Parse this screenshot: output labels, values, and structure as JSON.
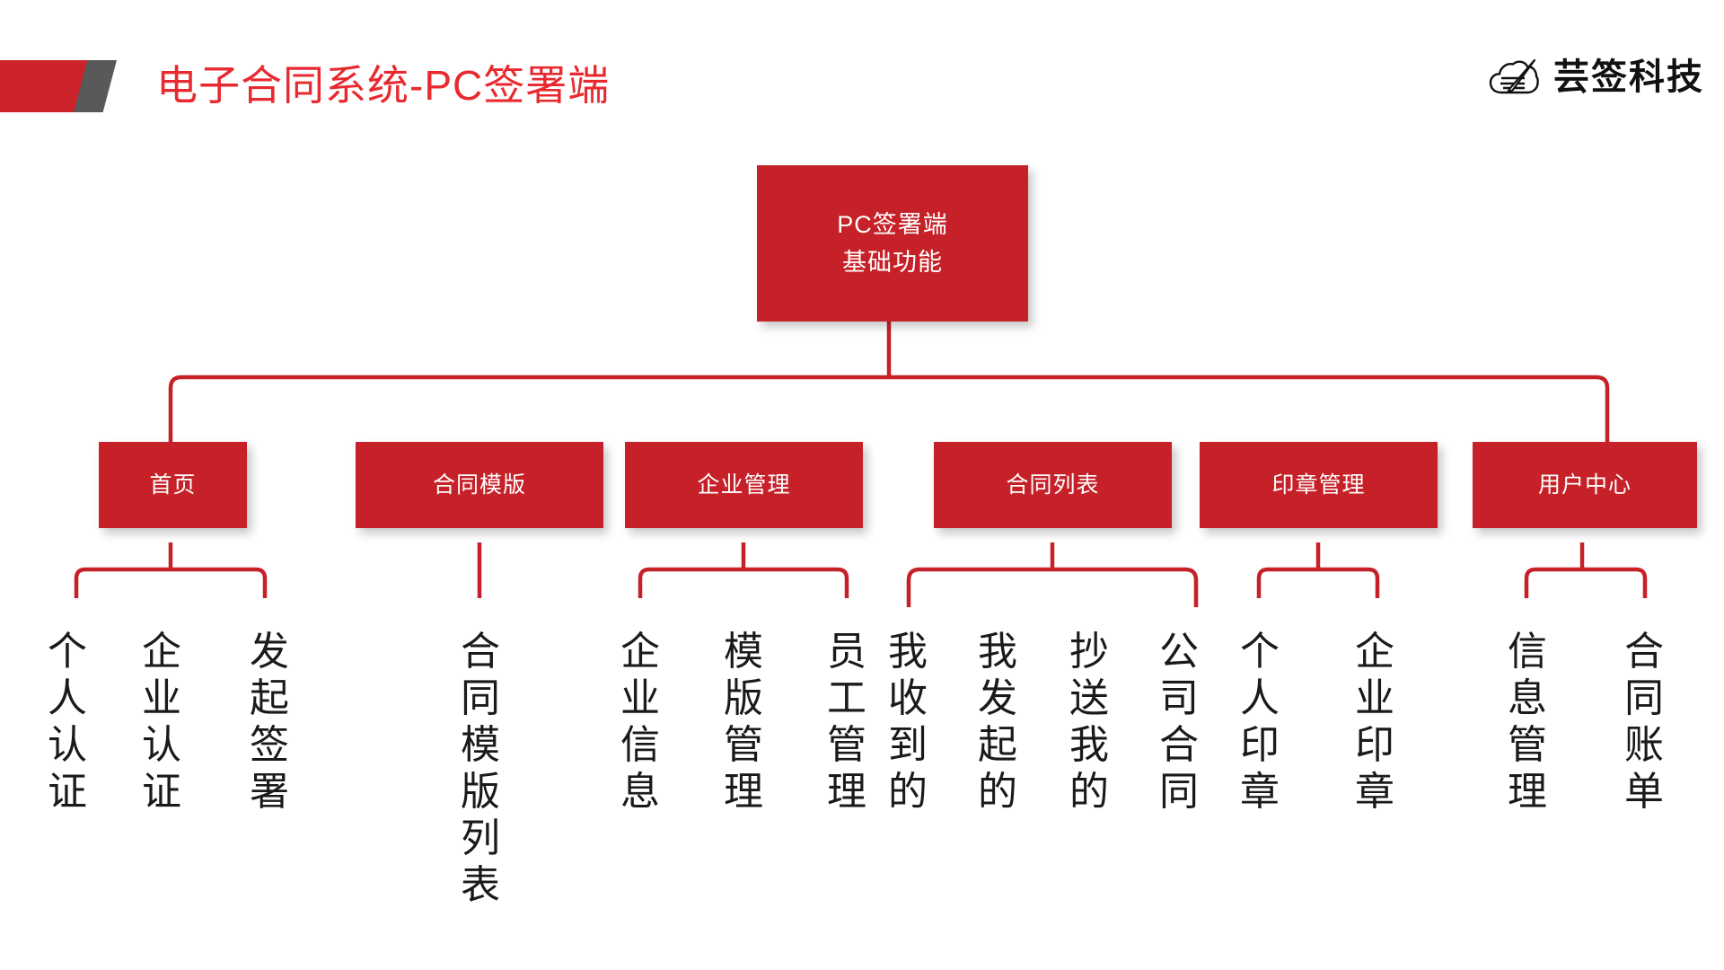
{
  "header": {
    "title": "电子合同系统-PC签署端",
    "title_color": "#E8292F",
    "mark_red": "#CC2229",
    "mark_gray": "#595959",
    "brand_name": "芸签科技",
    "brand_icon": "cloud-pen-icon"
  },
  "theme": {
    "node_fill": "#C62128",
    "connector": "#C62128",
    "leaf_text": "#1a1a1a",
    "background": "#ffffff"
  },
  "chart_data": {
    "type": "diagram",
    "title": "电子合同系统-PC签署端",
    "root": "PC签署端\n基础功能",
    "branches": [
      {
        "label": "首页",
        "children": [
          "个人认证",
          "企业认证",
          "发起签署"
        ]
      },
      {
        "label": "合同模版",
        "children": [
          "合同模版列表"
        ]
      },
      {
        "label": "企业管理",
        "children": [
          "企业信息",
          "模版管理",
          "员工管理"
        ]
      },
      {
        "label": "合同列表",
        "children": [
          "我收到的",
          "我发起的",
          "抄送我的",
          "公司合同"
        ]
      },
      {
        "label": "印章管理",
        "children": [
          "个人印章",
          "企业印章"
        ]
      },
      {
        "label": "用户中心",
        "children": [
          "信息管理",
          "合同账单"
        ]
      }
    ]
  },
  "root": {
    "line1": "PC签署端",
    "line2": "基础功能"
  },
  "nodes": [
    {
      "label": "首页"
    },
    {
      "label": "合同模版"
    },
    {
      "label": "企业管理"
    },
    {
      "label": "合同列表"
    },
    {
      "label": "印章管理"
    },
    {
      "label": "用户中心"
    }
  ],
  "leaves": [
    {
      "label": "个人认证"
    },
    {
      "label": "企业认证"
    },
    {
      "label": "发起签署"
    },
    {
      "label": "合同模版列表"
    },
    {
      "label": "企业信息"
    },
    {
      "label": "模版管理"
    },
    {
      "label": "员工管理"
    },
    {
      "label": "我收到的"
    },
    {
      "label": "我发起的"
    },
    {
      "label": "抄送我的"
    },
    {
      "label": "公司合同"
    },
    {
      "label": "个人印章"
    },
    {
      "label": "企业印章"
    },
    {
      "label": "信息管理"
    },
    {
      "label": "合同账单"
    }
  ]
}
